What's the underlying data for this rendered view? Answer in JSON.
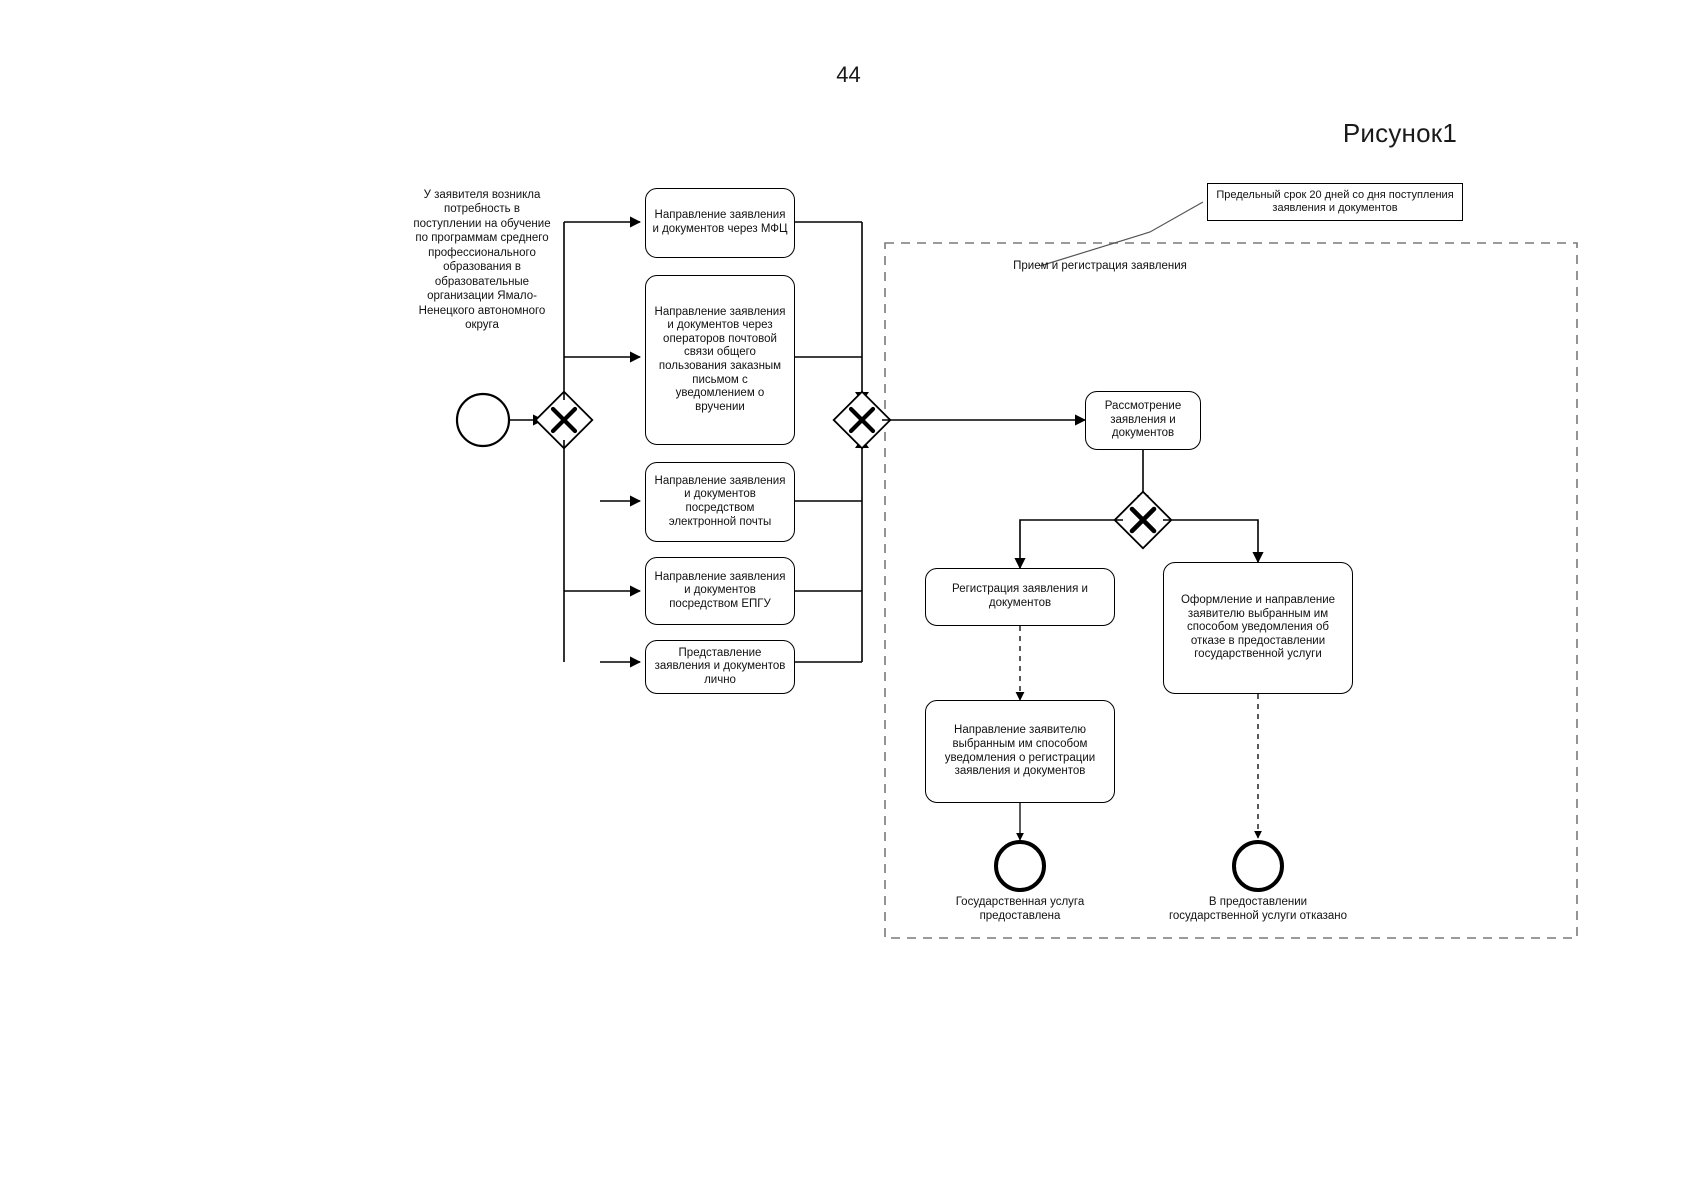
{
  "page": {
    "number": "44",
    "figure_caption": "Рисунок1"
  },
  "diagram": {
    "type": "bpmn-process-flow",
    "start_event": {
      "name": "start-event",
      "label": ""
    },
    "trigger_note": "У заявителя возникла потребность в поступлении на обучение по программам среднего профессионального образования в образовательные организации Ямало-Ненецкого автономного округа",
    "gateways": [
      {
        "name": "gateway-submission-channel",
        "type": "exclusive"
      },
      {
        "name": "gateway-merge-channels",
        "type": "exclusive"
      },
      {
        "name": "gateway-decision",
        "type": "exclusive"
      }
    ],
    "channel_tasks": [
      "Направление заявления и документов через МФЦ",
      "Направление заявления и документов через операторов почтовой связи общего пользования заказным письмом с уведомлением о вручении",
      "Направление заявления и документов посредством электронной почты",
      "Направление заявления и документов посредством ЕПГУ",
      "Представление заявления и документов лично"
    ],
    "pool": {
      "label": "Прием и регистрация заявления",
      "annotation": "Предельный срок 20 дней со дня поступления заявления и документов",
      "tasks": [
        "Рассмотрение заявления и документов",
        "Регистрация заявления и документов",
        "Оформление и направление заявителю выбранным им способом уведомления об отказе в предоставлении государственной услуги",
        "Направление заявителю выбранным им способом уведомления о регистрации заявления и документов"
      ],
      "end_events": [
        "Государственная услуга предоставлена",
        "В предоставлении государственной услуги отказано"
      ]
    },
    "colors": {
      "stroke": "#000000",
      "pool_border": "#808080",
      "background": "#ffffff"
    }
  }
}
